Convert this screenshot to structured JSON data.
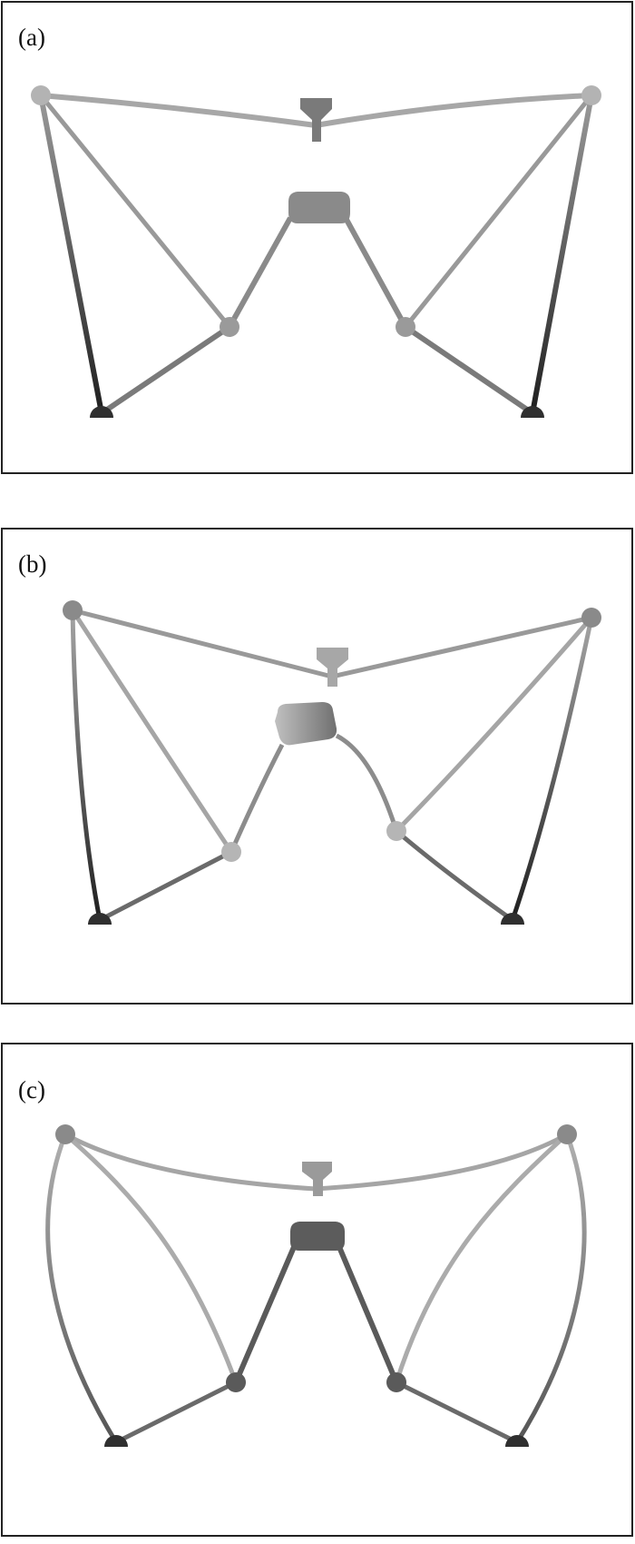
{
  "figure": {
    "panels": [
      {
        "id": "a",
        "label": "(a)"
      },
      {
        "id": "b",
        "label": "(b)"
      },
      {
        "id": "c",
        "label": "(c)"
      }
    ]
  },
  "colors": {
    "frame": "#222222",
    "link_light": "#a9a9a9",
    "link_mid": "#8c8c8c",
    "link_dark": "#333333",
    "joint": "#a0a0a0",
    "joint_dark": "#6a6a6a",
    "base": "#2f2f2f",
    "platform_a": "#8a8a8a",
    "platform_b": "#9e9e9e",
    "platform_c": "#5c5c5c"
  }
}
